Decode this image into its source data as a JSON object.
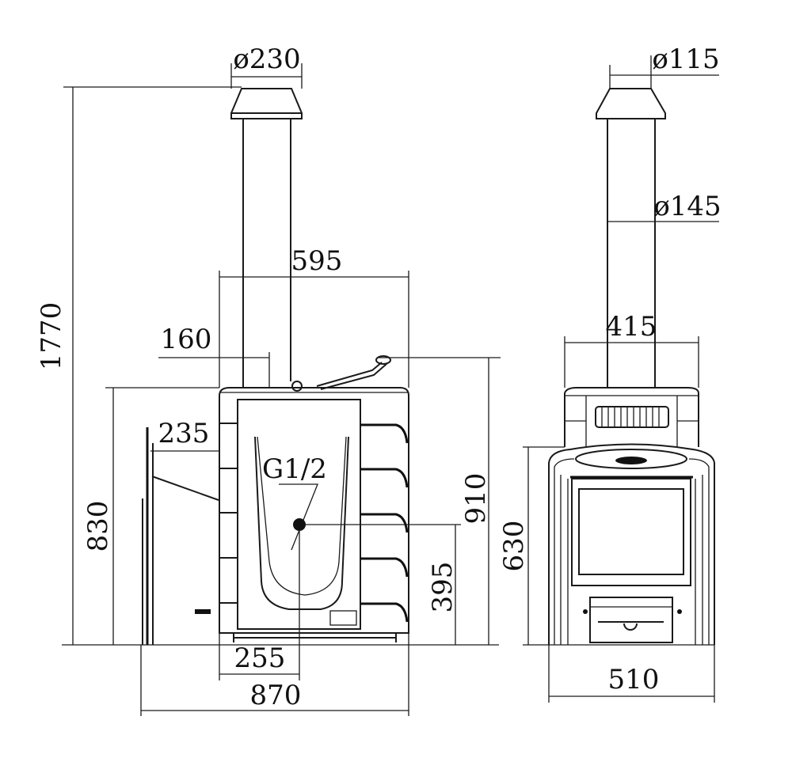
{
  "side_view": {
    "flue_diameter": "ø230",
    "total_height": "1770",
    "body_width": "595",
    "flue_offset": "160",
    "tank_height": "910",
    "body_height": "830",
    "shield_gap": "235",
    "fitting_label": "G1/2",
    "fitting_height": "395",
    "fitting_offset": "255",
    "total_depth": "870"
  },
  "front_view": {
    "cap_diameter": "ø115",
    "pipe_diameter": "ø145",
    "top_width": "415",
    "firebox_height": "630",
    "base_width": "510"
  }
}
